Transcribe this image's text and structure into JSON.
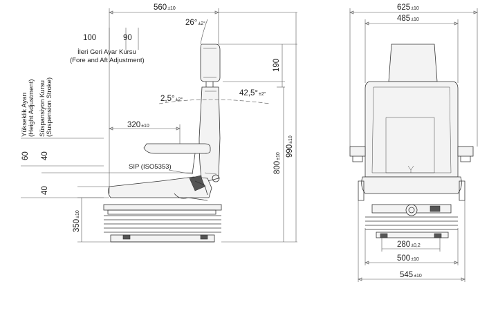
{
  "side_view": {
    "top_width": {
      "value": "560",
      "tol": "±10"
    },
    "headrest_angle": {
      "value": "26°",
      "tol": "±2°"
    },
    "fore_aft": {
      "rear": "100",
      "front": "90",
      "label_tr": "İleri Geri Ayar Kursu",
      "label_en": "(Fore and Aft Adjustment)"
    },
    "headrest_height": {
      "value": "190"
    },
    "back_angle_rear": {
      "value": "2,5°",
      "tol": "±2°"
    },
    "back_angle_front": {
      "value": "42,5°",
      "tol": "±2°"
    },
    "armrest_depth": {
      "value": "320",
      "tol": "±10"
    },
    "height_adjustment": {
      "label_tr": "Yükseklik Ayarı",
      "label_en": "(Height Adjustment)",
      "value": "60"
    },
    "suspension_stroke": {
      "label_tr": "Süspansiyon Kursu",
      "label_en": "(Suspension Stroke)",
      "upper": "40",
      "lower": "40"
    },
    "sip_label": "SIP (ISO5353)",
    "base_height": {
      "value": "350",
      "tol": "±10"
    },
    "sip_height": {
      "value": "800",
      "tol": "±10"
    },
    "overall_height": {
      "value": "990",
      "tol": "±10"
    }
  },
  "front_view": {
    "overall_width": {
      "value": "625",
      "tol": "±10"
    },
    "back_width": {
      "value": "485",
      "tol": "±10"
    },
    "rail_width": {
      "value": "280",
      "tol": "±0,2"
    },
    "base_width": {
      "value": "500",
      "tol": "±10"
    },
    "bottom_width": {
      "value": "545",
      "tol": "±10"
    }
  },
  "icons": [
    "seat-side-view-icon",
    "seat-front-view-icon"
  ]
}
